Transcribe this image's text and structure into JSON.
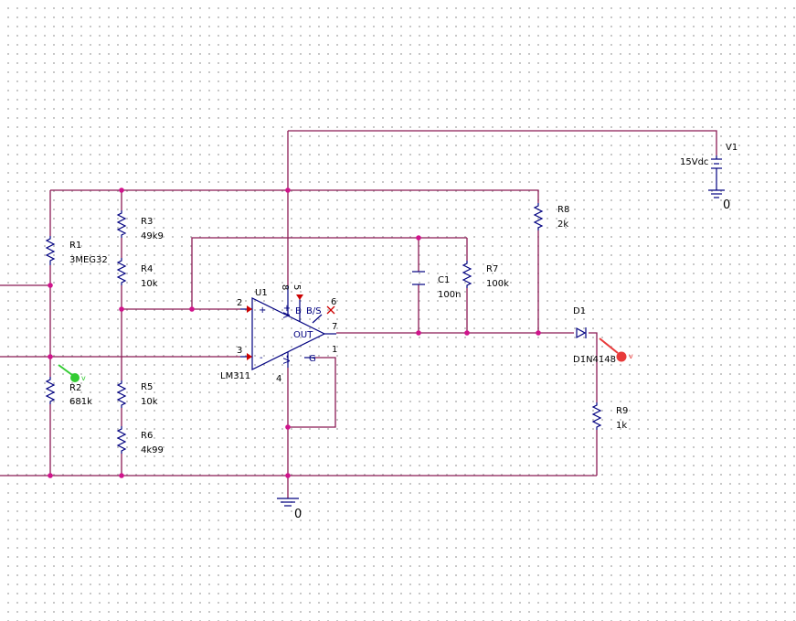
{
  "components": {
    "R1": {
      "ref": "R1",
      "value": "3MEG32"
    },
    "R2": {
      "ref": "R2",
      "value": "681k"
    },
    "R3": {
      "ref": "R3",
      "value": "49k9"
    },
    "R4": {
      "ref": "R4",
      "value": "10k"
    },
    "R5": {
      "ref": "R5",
      "value": "10k"
    },
    "R6": {
      "ref": "R6",
      "value": "4k99"
    },
    "R7": {
      "ref": "R7",
      "value": "100k"
    },
    "R8": {
      "ref": "R8",
      "value": "2k"
    },
    "R9": {
      "ref": "R9",
      "value": "1k"
    },
    "C1": {
      "ref": "C1",
      "value": "100n"
    },
    "D1": {
      "ref": "D1",
      "value": "D1N4148"
    },
    "V1": {
      "ref": "V1",
      "value": "15Vdc"
    },
    "U1": {
      "ref": "U1",
      "value": "LM311",
      "pins": {
        "in_plus": "2",
        "in_minus": "3",
        "vplus": "8",
        "bs": "5",
        "balance": "6",
        "out": "7",
        "gnd": "1",
        "vminus": "4"
      },
      "pin_labels": {
        "plus": "+",
        "minus": "-",
        "bs": "B/S",
        "b": "B",
        "out": "OUT",
        "g": "G",
        "vplus": "V+",
        "vminus": "V-"
      }
    }
  },
  "grounds": {
    "main": "0",
    "source": "0"
  },
  "markers": {
    "voltage_green": {
      "label": "v",
      "color": "#33cc33"
    },
    "voltage_red": {
      "label": "v",
      "color": "#e83a3a"
    }
  },
  "colors": {
    "wire": "#8b1a55",
    "part": "#000080",
    "junction": "#d0148c",
    "pin_arrow": "#cc0000"
  }
}
